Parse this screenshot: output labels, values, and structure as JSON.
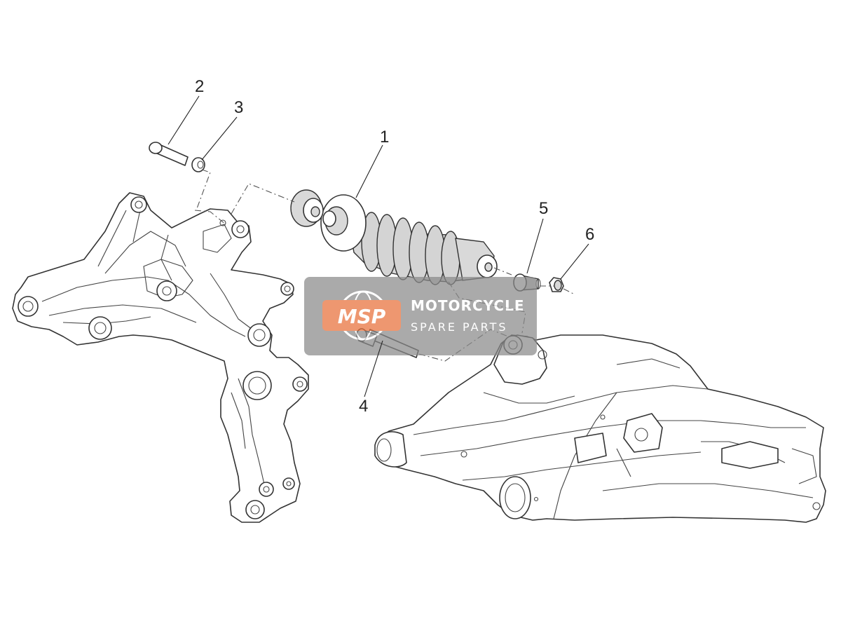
{
  "callouts": [
    {
      "id": "1",
      "label": "1"
    },
    {
      "id": "2",
      "label": "2"
    },
    {
      "id": "3",
      "label": "3"
    },
    {
      "id": "4",
      "label": "4"
    },
    {
      "id": "5",
      "label": "5"
    },
    {
      "id": "6",
      "label": "6"
    }
  ],
  "watermark": {
    "logo": "MSP",
    "line1": "MOTORCYCLE",
    "line2": "SPARE PARTS",
    "box_color": "#8a8a8a",
    "logo_color": "#e8703a"
  }
}
